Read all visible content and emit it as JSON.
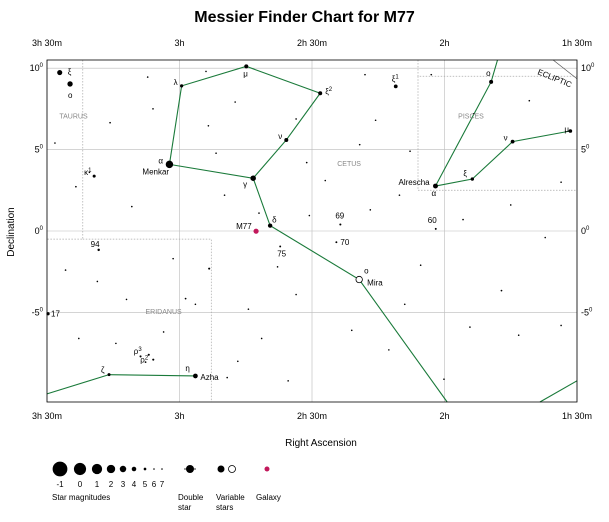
{
  "chart_data": {
    "type": "scatter",
    "title": "Messier Finder Chart for M77",
    "xlabel": "Right Ascension",
    "ylabel": "Declination",
    "x_unit": "RA (h)",
    "y_unit": "Dec (deg)",
    "xlim": [
      3.5,
      1.5
    ],
    "ylim": [
      -10.5,
      10.5
    ],
    "x_ticks": [
      {
        "value": 3.5,
        "label": "3h 30m"
      },
      {
        "value": 3.0,
        "label": "3h"
      },
      {
        "value": 2.5,
        "label": "2h 30m"
      },
      {
        "value": 2.0,
        "label": "2h"
      },
      {
        "value": 1.5,
        "label": "1h 30m"
      }
    ],
    "y_ticks": [
      {
        "value": 10,
        "label": "10",
        "sup": "0"
      },
      {
        "value": 5,
        "label": "5",
        "sup": "0"
      },
      {
        "value": 0,
        "label": "0",
        "sup": "0"
      },
      {
        "value": -5,
        "label": "-5",
        "sup": "0"
      }
    ],
    "grid": true,
    "stars": [
      {
        "ra": 3.452,
        "dec": 9.73,
        "mag": 3.7,
        "label": "ξ"
      },
      {
        "ra": 3.413,
        "dec": 9.03,
        "mag": 3.6,
        "label": "o"
      },
      {
        "ra": 2.992,
        "dec": 8.91,
        "mag": 4.7,
        "label": "λ"
      },
      {
        "ra": 2.748,
        "dec": 10.11,
        "mag": 4.3,
        "label": "μ"
      },
      {
        "ra": 2.469,
        "dec": 8.46,
        "mag": 4.3,
        "label": "ξ2"
      },
      {
        "ra": 2.597,
        "dec": 5.59,
        "mag": 4.3,
        "label": "ν"
      },
      {
        "ra": 3.038,
        "dec": 4.09,
        "mag": 2.5,
        "label": "α",
        "name": "Menkar"
      },
      {
        "ra": 2.722,
        "dec": 3.24,
        "mag": 3.5,
        "label": "γ"
      },
      {
        "ra": 2.658,
        "dec": 0.33,
        "mag": 4.1,
        "label": "δ"
      },
      {
        "ra": 2.322,
        "dec": -2.98,
        "mag": 3.0,
        "label": "o",
        "name": "Mira",
        "variable": true
      },
      {
        "ra": 3.322,
        "dec": 3.37,
        "mag": 4.8,
        "label": "κ1"
      },
      {
        "ra": 3.34,
        "dec": 3.6,
        "mag": 6.0
      },
      {
        "ra": 2.184,
        "dec": 8.88,
        "mag": 4.4,
        "label": "ξ1"
      },
      {
        "ra": 2.034,
        "dec": 2.76,
        "mag": 3.8,
        "label": "α",
        "name": "Alrescha"
      },
      {
        "ra": 1.895,
        "dec": 3.19,
        "mag": 4.6,
        "label": "ξ"
      },
      {
        "ra": 1.743,
        "dec": 5.49,
        "mag": 4.4,
        "label": "ν"
      },
      {
        "ra": 1.824,
        "dec": 9.16,
        "mag": 4.3,
        "label": "o"
      },
      {
        "ra": 1.525,
        "dec": 6.14,
        "mag": 4.5,
        "label": "μ"
      },
      {
        "ra": 2.393,
        "dec": 0.4,
        "mag": 5.3,
        "label": "69"
      },
      {
        "ra": 2.408,
        "dec": -0.69,
        "mag": 5.4,
        "label": "70"
      },
      {
        "ra": 2.033,
        "dec": 0.13,
        "mag": 5.4,
        "label": "60"
      },
      {
        "ra": 2.62,
        "dec": -0.95,
        "mag": 5.4,
        "label": "75"
      },
      {
        "ra": 3.305,
        "dec": -1.16,
        "mag": 5.1,
        "label": "94"
      },
      {
        "ra": 3.496,
        "dec": -5.08,
        "mag": 4.7,
        "label": "17"
      },
      {
        "ra": 3.266,
        "dec": -8.82,
        "mag": 4.8,
        "label": "ζ"
      },
      {
        "ra": 2.94,
        "dec": -8.9,
        "mag": 3.9,
        "label": "η",
        "name": "Azha"
      },
      {
        "ra": 3.116,
        "dec": -7.6,
        "mag": 5.3,
        "label": "ρ3"
      },
      {
        "ra": 3.147,
        "dec": -7.7,
        "mag": 5.3
      },
      {
        "ra": 3.099,
        "dec": -7.9,
        "mag": 5.3,
        "label": "ρ2"
      },
      {
        "ra": 3.128,
        "dec": -8.05,
        "mag": 5.5
      },
      {
        "ra": 3.391,
        "dec": 2.72,
        "mag": 5.5
      },
      {
        "ra": 3.262,
        "dec": 6.65,
        "mag": 5.5
      },
      {
        "ra": 3.12,
        "dec": 9.45,
        "mag": 6.0
      },
      {
        "ra": 2.891,
        "dec": 6.46,
        "mag": 6.0
      },
      {
        "ra": 2.79,
        "dec": 7.92,
        "mag": 5.8
      },
      {
        "ra": 2.862,
        "dec": 4.78,
        "mag": 6.0
      },
      {
        "ra": 2.56,
        "dec": 6.88,
        "mag": 5.8
      },
      {
        "ra": 2.52,
        "dec": 4.2,
        "mag": 6.0
      },
      {
        "ra": 2.45,
        "dec": 3.1,
        "mag": 5.9
      },
      {
        "ra": 2.32,
        "dec": 5.3,
        "mag": 5.9
      },
      {
        "ra": 2.26,
        "dec": 6.8,
        "mag": 6.0
      },
      {
        "ra": 2.7,
        "dec": 1.1,
        "mag": 5.9
      },
      {
        "ra": 2.51,
        "dec": 0.95,
        "mag": 5.8
      },
      {
        "ra": 2.28,
        "dec": 1.3,
        "mag": 5.8
      },
      {
        "ra": 2.17,
        "dec": 2.2,
        "mag": 6.0
      },
      {
        "ra": 2.13,
        "dec": 4.9,
        "mag": 6.0
      },
      {
        "ra": 2.83,
        "dec": 2.2,
        "mag": 6.0
      },
      {
        "ra": 2.888,
        "dec": -2.31,
        "mag": 5.3
      },
      {
        "ra": 2.977,
        "dec": -4.15,
        "mag": 5.5
      },
      {
        "ra": 2.94,
        "dec": -4.5,
        "mag": 5.8
      },
      {
        "ra": 3.024,
        "dec": -1.7,
        "mag": 5.9
      },
      {
        "ra": 3.2,
        "dec": -4.2,
        "mag": 5.8
      },
      {
        "ra": 3.31,
        "dec": -3.1,
        "mag": 6.0
      },
      {
        "ra": 3.43,
        "dec": -2.4,
        "mag": 5.9
      },
      {
        "ra": 3.38,
        "dec": -6.6,
        "mag": 5.9
      },
      {
        "ra": 3.24,
        "dec": -6.9,
        "mag": 6.0
      },
      {
        "ra": 2.78,
        "dec": -8.0,
        "mag": 5.8
      },
      {
        "ra": 2.69,
        "dec": -6.6,
        "mag": 5.9
      },
      {
        "ra": 2.56,
        "dec": -3.9,
        "mag": 6.0
      },
      {
        "ra": 2.63,
        "dec": -2.2,
        "mag": 5.9
      },
      {
        "ra": 2.74,
        "dec": -4.8,
        "mag": 5.8
      },
      {
        "ra": 2.35,
        "dec": -6.1,
        "mag": 6.0
      },
      {
        "ra": 2.21,
        "dec": -7.3,
        "mag": 5.9
      },
      {
        "ra": 2.15,
        "dec": -4.5,
        "mag": 5.9
      },
      {
        "ra": 2.09,
        "dec": -2.1,
        "mag": 5.9
      },
      {
        "ra": 2.002,
        "dec": -9.1,
        "mag": 5.7
      },
      {
        "ra": 1.904,
        "dec": -5.9,
        "mag": 6.0
      },
      {
        "ra": 1.785,
        "dec": -3.66,
        "mag": 5.5
      },
      {
        "ra": 1.72,
        "dec": -6.4,
        "mag": 6.0
      },
      {
        "ra": 1.62,
        "dec": -0.4,
        "mag": 6.0
      },
      {
        "ra": 1.75,
        "dec": 1.6,
        "mag": 6.0
      },
      {
        "ra": 1.68,
        "dec": 8.0,
        "mag": 6.0
      },
      {
        "ra": 1.89,
        "dec": 7.2,
        "mag": 6.0
      },
      {
        "ra": 1.56,
        "dec": 3.0,
        "mag": 6.0
      },
      {
        "ra": 1.93,
        "dec": 0.7,
        "mag": 6.0
      },
      {
        "ra": 1.56,
        "dec": -5.8,
        "mag": 6.0
      },
      {
        "ra": 2.59,
        "dec": -9.2,
        "mag": 6.0
      },
      {
        "ra": 2.82,
        "dec": -9.0,
        "mag": 5.9
      },
      {
        "ra": 3.06,
        "dec": -6.2,
        "mag": 6.0
      },
      {
        "ra": 3.47,
        "dec": 5.4,
        "mag": 6.0
      },
      {
        "ra": 3.18,
        "dec": 1.5,
        "mag": 6.0
      },
      {
        "ra": 3.1,
        "dec": 7.5,
        "mag": 6.0
      },
      {
        "ra": 2.05,
        "dec": 9.6,
        "mag": 6.0
      },
      {
        "ra": 2.3,
        "dec": 9.6,
        "mag": 6.0
      },
      {
        "ra": 2.9,
        "dec": 9.8,
        "mag": 6.0
      }
    ],
    "galaxy": {
      "ra": 2.711,
      "dec": -0.01,
      "label": "M77"
    },
    "constellation_lines": [
      [
        {
          "ra": 3.038,
          "dec": 4.09
        },
        {
          "ra": 2.992,
          "dec": 8.91
        },
        {
          "ra": 2.748,
          "dec": 10.11
        },
        {
          "ra": 2.469,
          "dec": 8.46
        },
        {
          "ra": 2.597,
          "dec": 5.59
        },
        {
          "ra": 2.722,
          "dec": 3.24
        },
        {
          "ra": 3.038,
          "dec": 4.09
        }
      ],
      [
        {
          "ra": 2.722,
          "dec": 3.24
        },
        {
          "ra": 2.658,
          "dec": 0.33
        },
        {
          "ra": 2.322,
          "dec": -2.98
        },
        {
          "ra": 1.99,
          "dec": -10.5
        }
      ],
      [
        {
          "ra": 3.5,
          "dec": -10.0
        },
        {
          "ra": 3.266,
          "dec": -8.82
        },
        {
          "ra": 2.94,
          "dec": -8.9
        }
      ],
      [
        {
          "ra": 2.034,
          "dec": 2.76
        },
        {
          "ra": 1.824,
          "dec": 9.16
        },
        {
          "ra": 1.8,
          "dec": 10.5
        }
      ],
      [
        {
          "ra": 2.034,
          "dec": 2.76
        },
        {
          "ra": 1.895,
          "dec": 3.19
        },
        {
          "ra": 1.743,
          "dec": 5.49
        },
        {
          "ra": 1.525,
          "dec": 6.14
        }
      ],
      [
        {
          "ra": 1.5,
          "dec": -9.2
        },
        {
          "ra": 1.64,
          "dec": -10.5
        }
      ]
    ],
    "constellation_boundaries": [
      [
        {
          "ra": 3.365,
          "dec": 10.5
        },
        {
          "ra": 3.365,
          "dec": -0.5
        },
        {
          "ra": 3.5,
          "dec": -0.5
        }
      ],
      [
        {
          "ra": 3.365,
          "dec": -0.5
        },
        {
          "ra": 2.88,
          "dec": -0.5
        },
        {
          "ra": 2.88,
          "dec": -10.5
        }
      ],
      [
        {
          "ra": 2.1,
          "dec": 10.5
        },
        {
          "ra": 2.1,
          "dec": 9.5
        },
        {
          "ra": 1.5,
          "dec": 9.5
        }
      ],
      [
        {
          "ra": 2.1,
          "dec": 9.5
        },
        {
          "ra": 2.1,
          "dec": 2.5
        },
        {
          "ra": 1.5,
          "dec": 2.5
        }
      ]
    ],
    "ecliptic": [
      {
        "ra": 1.5,
        "dec": 9.35
      },
      {
        "ra": 1.59,
        "dec": 10.5
      }
    ],
    "constellation_names": [
      {
        "ra": 3.4,
        "dec": 6.9,
        "text": "TAURUS"
      },
      {
        "ra": 2.36,
        "dec": 4.0,
        "text": "CETUS"
      },
      {
        "ra": 1.9,
        "dec": 6.9,
        "text": "PISCES"
      },
      {
        "ra": 3.06,
        "dec": -5.1,
        "text": "ERIDANUS"
      }
    ],
    "ecliptic_label": "ECLIPTIC"
  },
  "legend": {
    "magnitudes": [
      "-1",
      "0",
      "1",
      "2",
      "3",
      "4",
      "5",
      "6",
      "7"
    ],
    "magnitudes_caption": "Star magnitudes",
    "double_caption_1": "Double",
    "double_caption_2": "star",
    "variable_caption_1": "Variable",
    "variable_caption_2": "stars",
    "galaxy_caption": "Galaxy"
  },
  "colors": {
    "constellation_line": "#1a7a3a",
    "galaxy": "#c2185b",
    "grid": "#bbbbbb",
    "boundary": "#aaaaaa",
    "star": "#000000"
  }
}
